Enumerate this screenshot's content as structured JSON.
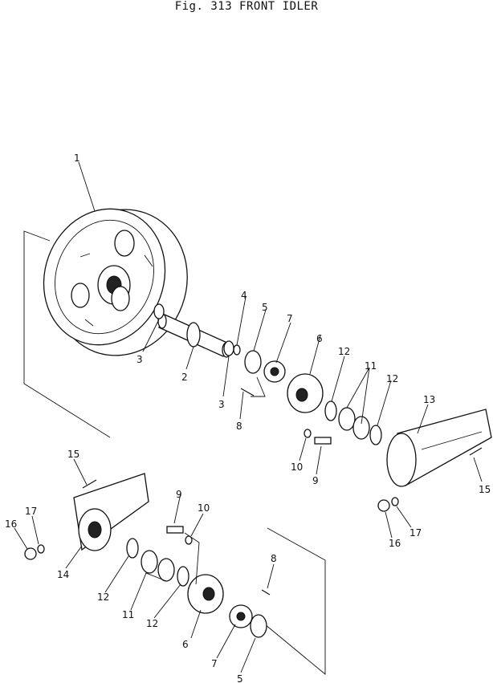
{
  "figure": {
    "title": "Fig. 313   FRONT IDLER"
  },
  "callouts": {
    "c1": "1",
    "c2": "2",
    "c3a": "3",
    "c3b": "3",
    "c4": "4",
    "c5a": "5",
    "c5b": "5",
    "c6a": "6",
    "c6b": "6",
    "c7a": "7",
    "c7b": "7",
    "c8a": "8",
    "c8b": "8",
    "c9a": "9",
    "c9b": "9",
    "c10a": "10",
    "c10b": "10",
    "c11a": "11",
    "c11b": "11",
    "c12a": "12",
    "c12b": "12",
    "c12c": "12",
    "c12d": "12",
    "c13": "13",
    "c14": "14",
    "c15a": "15",
    "c15b": "15",
    "c16a": "16",
    "c16b": "16",
    "c17a": "17",
    "c17b": "17"
  }
}
